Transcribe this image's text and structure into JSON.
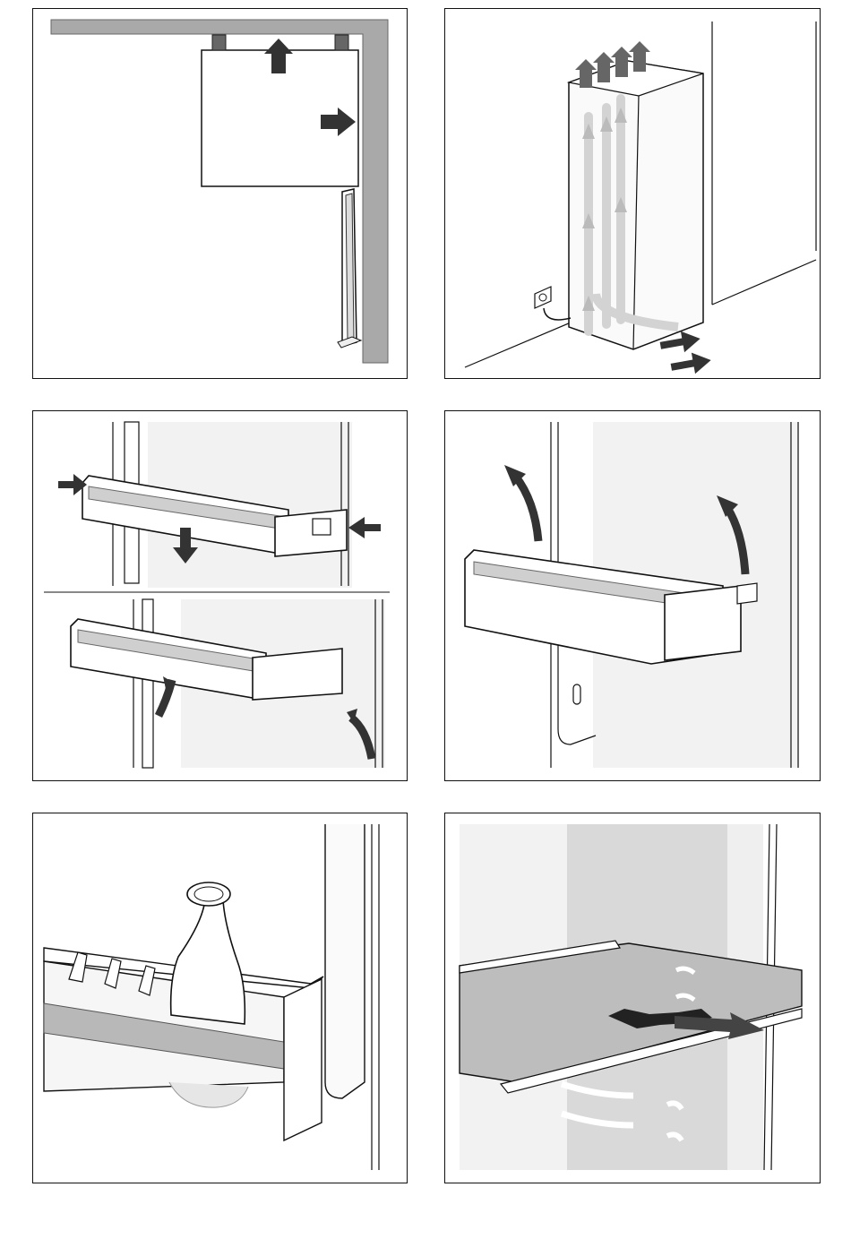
{
  "panels": [
    {
      "id": "niche-clearance"
    },
    {
      "id": "ventilation-airflow"
    },
    {
      "id": "door-shelf-removal"
    },
    {
      "id": "door-shelf-lift"
    },
    {
      "id": "door-shelf-bottle"
    },
    {
      "id": "glass-shelf-removal"
    }
  ],
  "colors": {
    "wall_gray": "#a9a9a9",
    "arrow_dark": "#333333",
    "airflow_gray": "#cfcfcf",
    "surface_light": "#f2f2f2",
    "glass_gray": "#bdbdbd",
    "outline": "#111111"
  }
}
